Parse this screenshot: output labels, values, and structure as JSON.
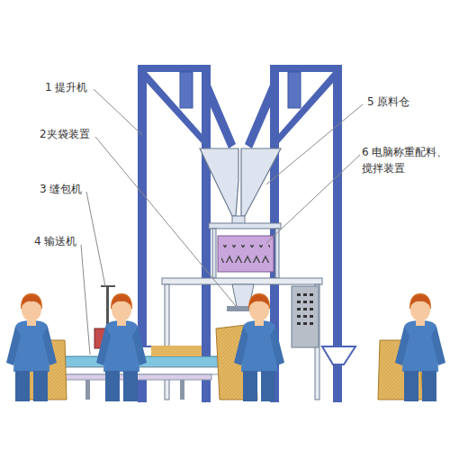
{
  "diagram": {
    "labels": [
      "1 提升机",
      "2夹袋装置",
      "3 缝包机",
      "4 输送机",
      "5 原料仓",
      "6 电脑称重配料、 搅拌装置"
    ]
  }
}
